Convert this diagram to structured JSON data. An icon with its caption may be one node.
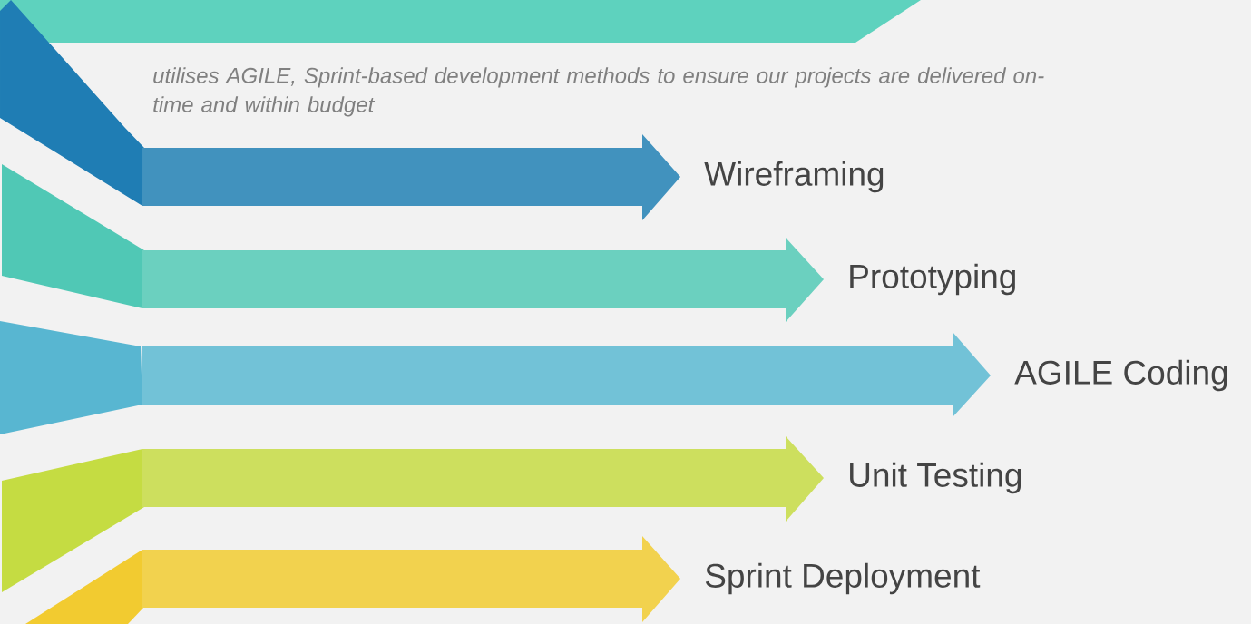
{
  "diagram": {
    "nodes": [
      {
        "text": [
          "Wireframing"
        ]
      },
      {
        "text": [
          "Prototyping"
        ]
      },
      {
        "text": [
          "AGILE Coding"
        ]
      },
      {
        "text": [
          "Unit Testing"
        ]
      },
      {
        "text": [
          "Sprint Deployment"
        ]
      }
    ],
    "labels": [
      "utilises AGILE, Sprint-based development methods to ensure our projects are delivered on-time and within budget"
    ]
  }
}
